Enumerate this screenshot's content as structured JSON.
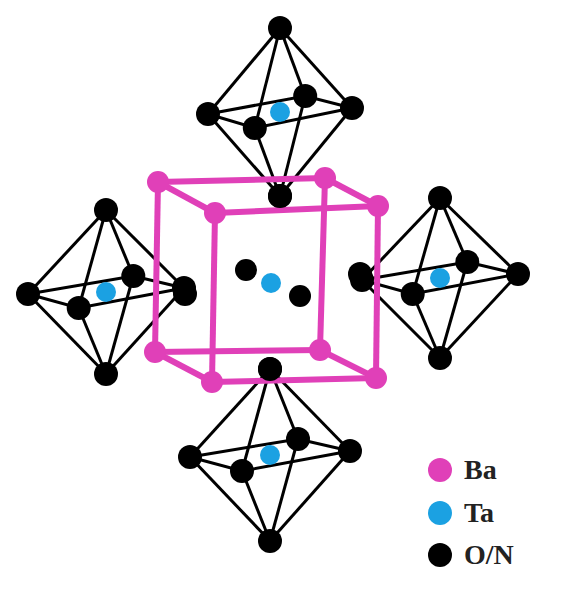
{
  "diagram": {
    "legend": [
      {
        "text": "Ba",
        "color": "#e040b8"
      },
      {
        "text": "Ta",
        "color": "#1ba1e2"
      },
      {
        "text": "O/N",
        "color": "#000000"
      }
    ]
  }
}
